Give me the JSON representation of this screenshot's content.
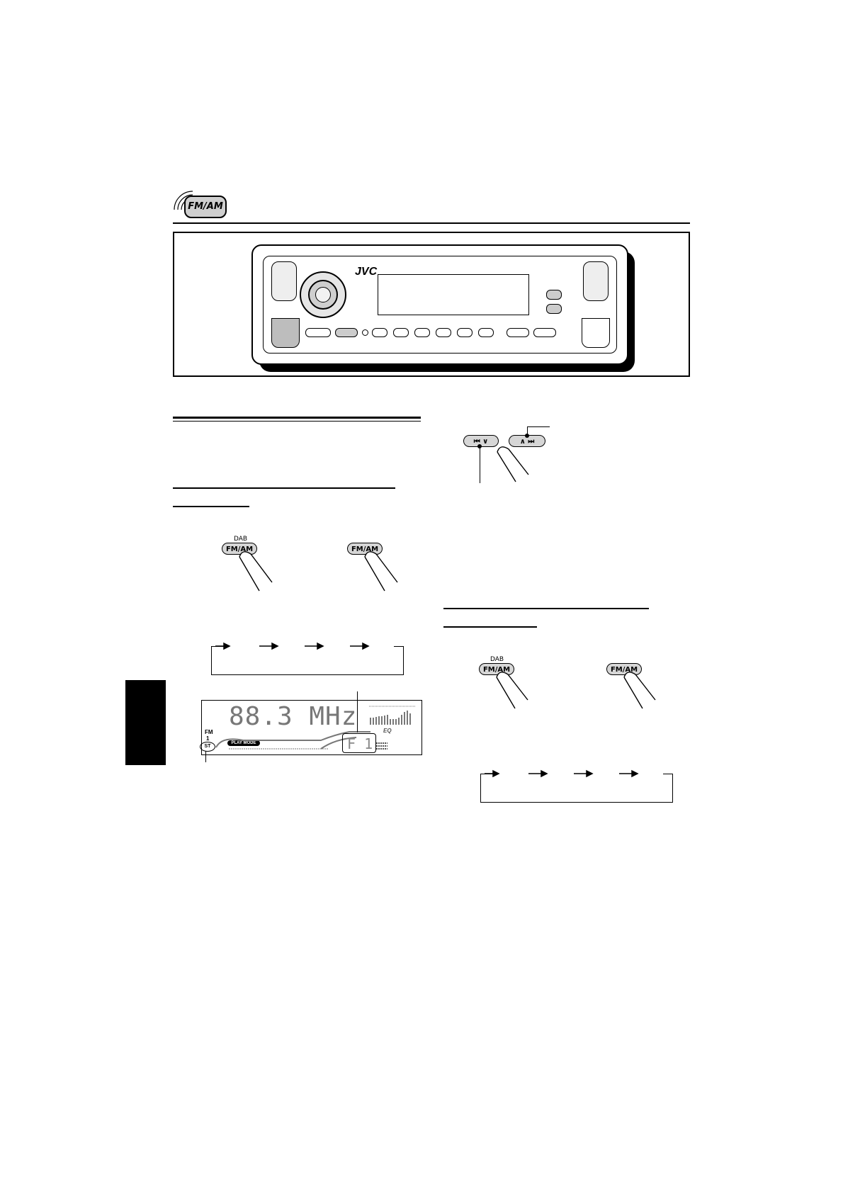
{
  "header": {
    "icon_label": "FM/AM"
  },
  "unit": {
    "brand": "JVC"
  },
  "buttons": {
    "fm_am_label": "FM/AM",
    "dab_label": "DAB",
    "skip_down_label": "⏮ ∨",
    "skip_up_label": "∧ ⏭"
  },
  "display": {
    "frequency": "88.3 MHz",
    "band": "FM",
    "band_num": "1",
    "preset": "F 1",
    "play_mode": "PLAY MODE",
    "st_indicator": "ST",
    "eq_label": "EQ"
  },
  "colors": {
    "side_tab": "#000000",
    "button_fill": "#d6d6d6",
    "lcd_text": "#777777"
  }
}
